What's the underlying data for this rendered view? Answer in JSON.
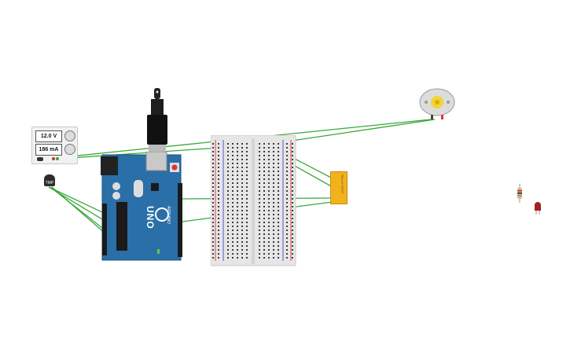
{
  "canvas": {
    "background": "#ffffff"
  },
  "power_supply": {
    "voltage": "12.0 V",
    "current": "186 mA"
  },
  "temperature_sensor": {
    "label": "TMP"
  },
  "arduino": {
    "model": "UNO",
    "brand": "ARDUINO",
    "board_color": "#2a6fa8"
  },
  "relay": {
    "label": "RELAY DPDT",
    "color": "#f2b21c"
  },
  "dc_motor": {
    "color": "#dcdcdc",
    "shaft_color": "#f3d23a"
  },
  "wire_color": "#3aa83a",
  "icons": [
    "usb-cable-icon",
    "resistor-icon",
    "led-icon",
    "dc-motor-icon"
  ]
}
